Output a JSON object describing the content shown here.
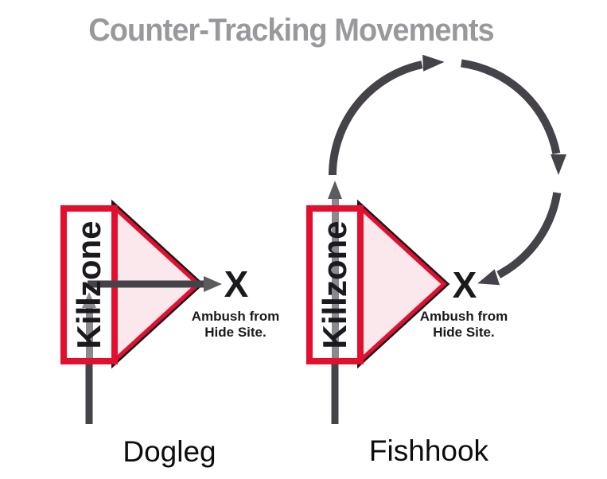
{
  "title": "Counter-Tracking Movements",
  "dogleg": {
    "name": "Dogleg",
    "killzone_label": "Killzone",
    "x_marker": "X",
    "ambush_line1": "Ambush from",
    "ambush_line2": "Hide Site."
  },
  "fishhook": {
    "name": "Fishhook",
    "killzone_label": "Killzone",
    "x_marker": "X",
    "ambush_line1": "Ambush from",
    "ambush_line2": "Hide Site."
  },
  "colors": {
    "background": "#ffffff",
    "title_gray": "#9b989d",
    "ink": "#1b191d",
    "red": "#e2102e",
    "pink": "#fbe8ec",
    "dark_line": "#454349",
    "mid_line": "#5d5b60",
    "light_line": "#8b898e",
    "box_fill": "#ffffff"
  }
}
